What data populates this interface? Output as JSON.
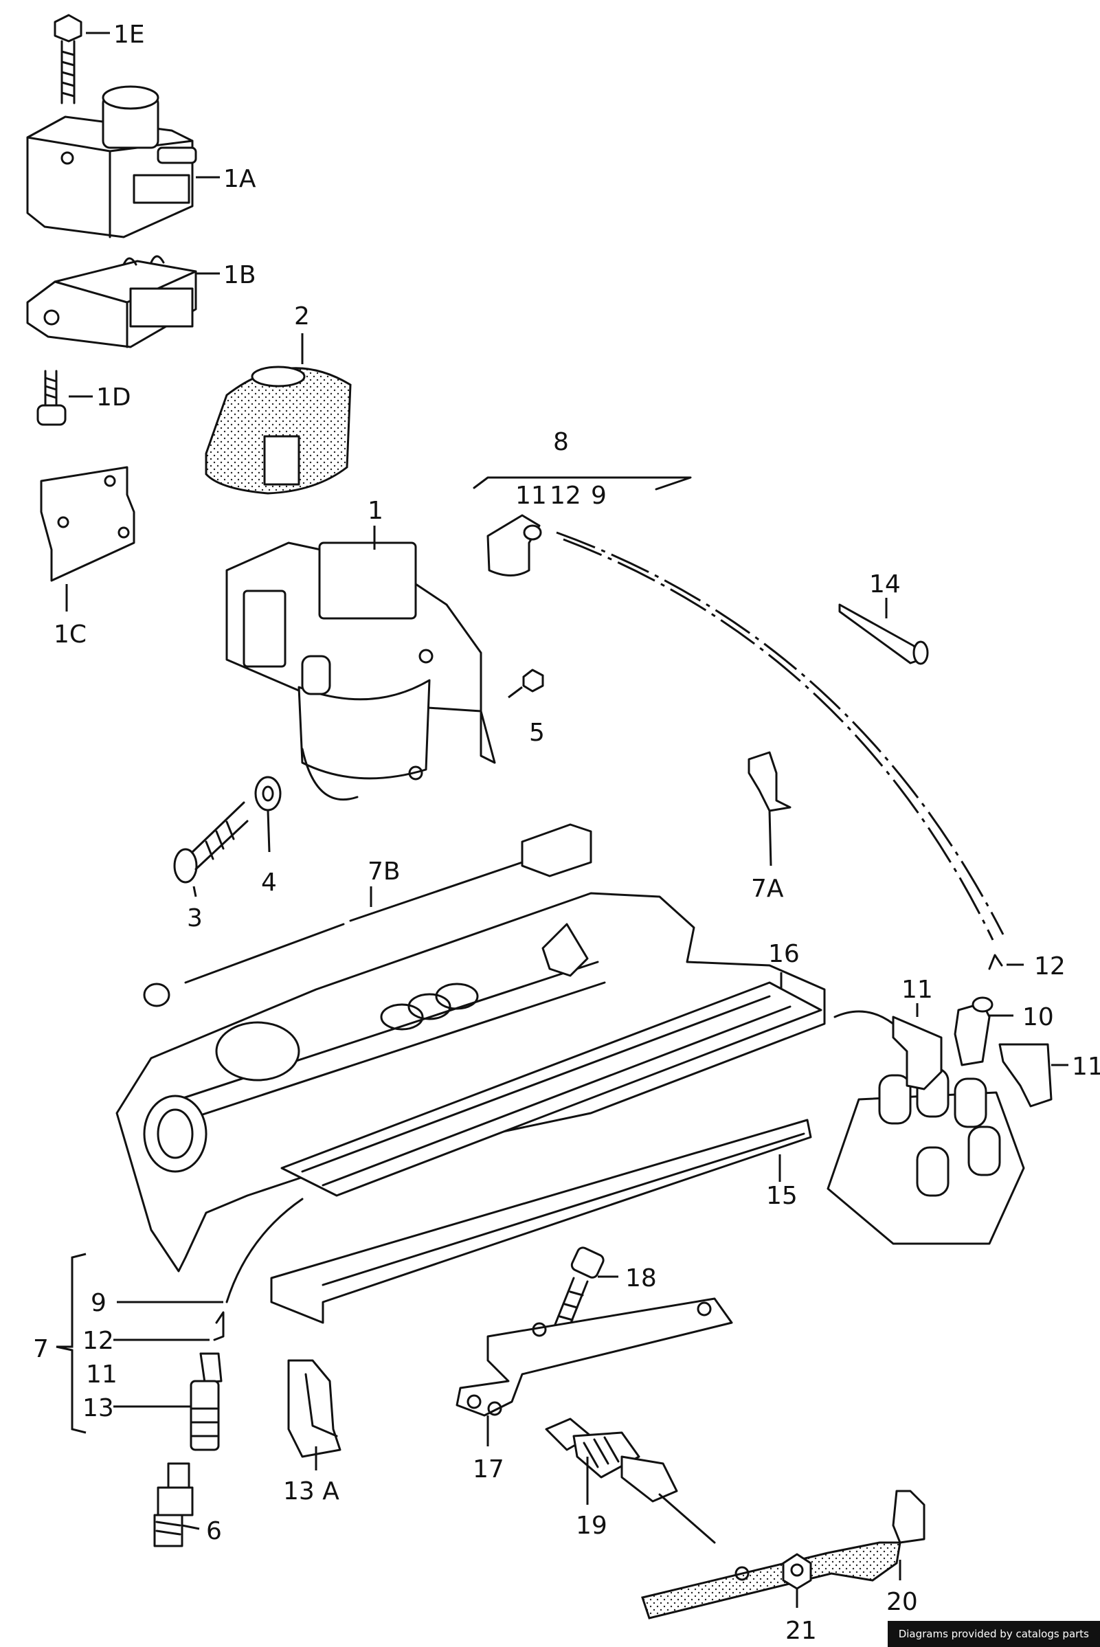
{
  "callouts": [
    {
      "id": "1E",
      "label": "1E"
    },
    {
      "id": "1A",
      "label": "1A"
    },
    {
      "id": "1B",
      "label": "1B"
    },
    {
      "id": "1D",
      "label": "1D"
    },
    {
      "id": "1C",
      "label": "1C"
    },
    {
      "id": "2",
      "label": "2"
    },
    {
      "id": "1",
      "label": "1"
    },
    {
      "id": "8",
      "label": "8"
    },
    {
      "id": "11a",
      "label": "11"
    },
    {
      "id": "12a",
      "label": "12"
    },
    {
      "id": "9a",
      "label": "9"
    },
    {
      "id": "14",
      "label": "14"
    },
    {
      "id": "5",
      "label": "5"
    },
    {
      "id": "4",
      "label": "4"
    },
    {
      "id": "3",
      "label": "3"
    },
    {
      "id": "7B",
      "label": "7B"
    },
    {
      "id": "7A",
      "label": "7A"
    },
    {
      "id": "16",
      "label": "16"
    },
    {
      "id": "12b",
      "label": "12"
    },
    {
      "id": "11b",
      "label": "11"
    },
    {
      "id": "10",
      "label": "10"
    },
    {
      "id": "11c",
      "label": "11"
    },
    {
      "id": "15",
      "label": "15"
    },
    {
      "id": "18",
      "label": "18"
    },
    {
      "id": "9b",
      "label": "9"
    },
    {
      "id": "7",
      "label": "7"
    },
    {
      "id": "12c",
      "label": "12"
    },
    {
      "id": "11d",
      "label": "11"
    },
    {
      "id": "13",
      "label": "13"
    },
    {
      "id": "13A",
      "label": "13 A"
    },
    {
      "id": "6",
      "label": "6"
    },
    {
      "id": "17",
      "label": "17"
    },
    {
      "id": "19",
      "label": "19"
    },
    {
      "id": "20",
      "label": "20"
    },
    {
      "id": "21",
      "label": "21"
    }
  ],
  "footer": {
    "text": "Diagrams provided by catalogs parts"
  }
}
